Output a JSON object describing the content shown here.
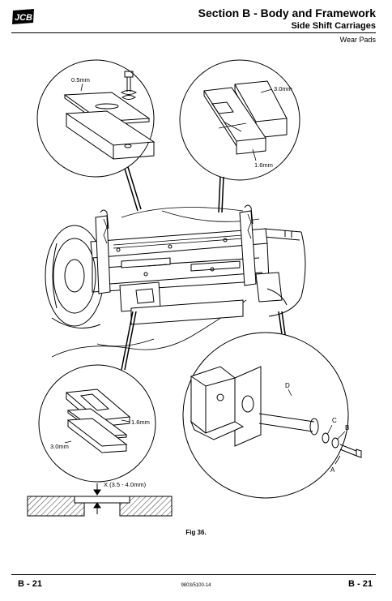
{
  "header": {
    "logo_text": "JCB",
    "section_title": "Section B - Body and Framework",
    "subsection_title": "Side Shift Carriages",
    "topic": "Wear Pads"
  },
  "figure": {
    "caption": "Fig 36.",
    "labels": {
      "shim_top_left": "0.5mm",
      "pad_3mm_top_right": "3.0mm",
      "pad_1_6mm_top_right": "1.6mm",
      "pad_1_6mm_bottom_left": "1.6mm",
      "pad_3mm_bottom_left": "3.0mm",
      "clearance_x": "X  (3.5 - 4.0mm)",
      "callout_a": "A",
      "callout_b": "B",
      "callout_c": "C",
      "callout_d": "D"
    }
  },
  "footer": {
    "page_left": "B - 21",
    "page_right": "B - 21",
    "doc_number": "9803/5100-14"
  }
}
